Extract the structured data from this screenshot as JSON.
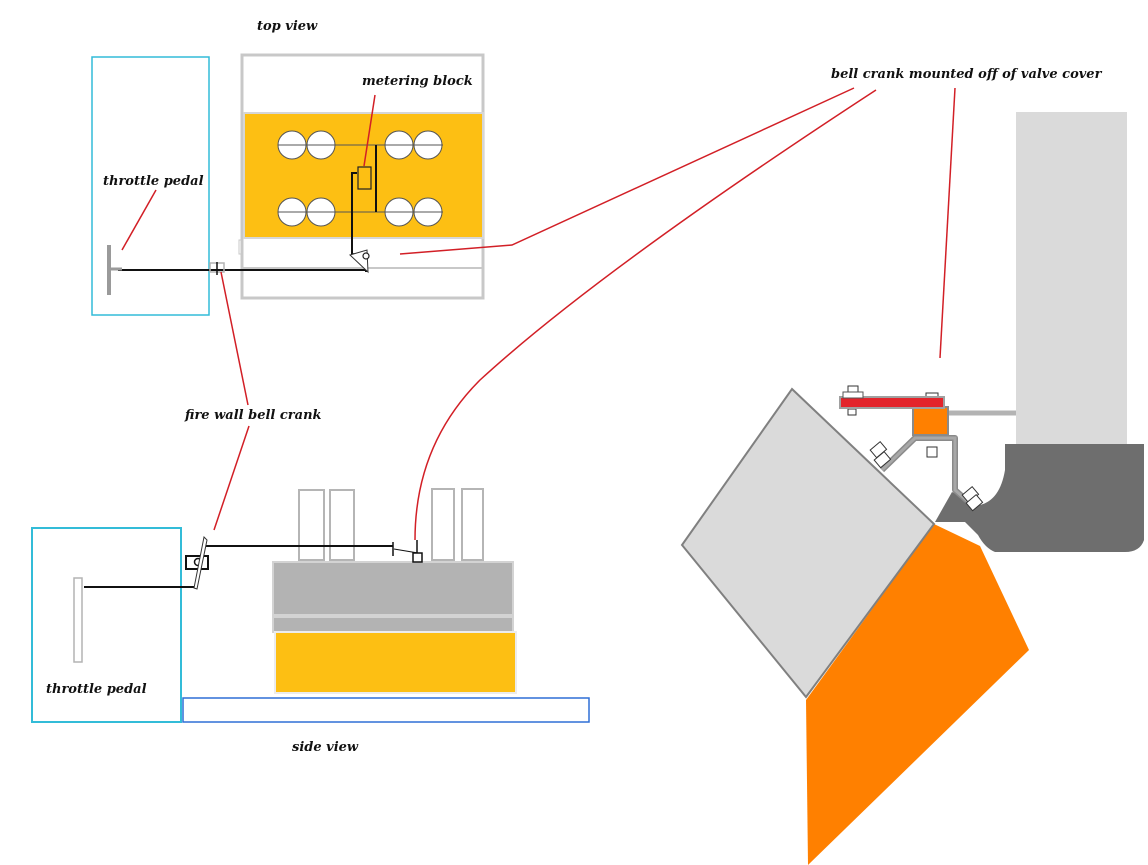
{
  "labels": {
    "top_view": "top view",
    "metering_block": "metering block",
    "throttle_pedal_top": "throttle pedal",
    "bell_crank_valve_cover": "bell crank mounted off of valve cover",
    "fire_wall_bell_crank": "fire wall bell crank",
    "throttle_pedal_side": "throttle pedal",
    "side_view": "side view"
  },
  "colors": {
    "engine_yellow": "#fdbf13",
    "firewall_cyan": "#32bcd8",
    "leader_red": "#d21f26",
    "frame_blue": "#2f6fd6",
    "part_gray": "#b3b3b3",
    "light_gray": "#dadada",
    "dark_gray": "#6e6e6e",
    "orange": "#ff8000",
    "crank_red": "#e3242b"
  }
}
